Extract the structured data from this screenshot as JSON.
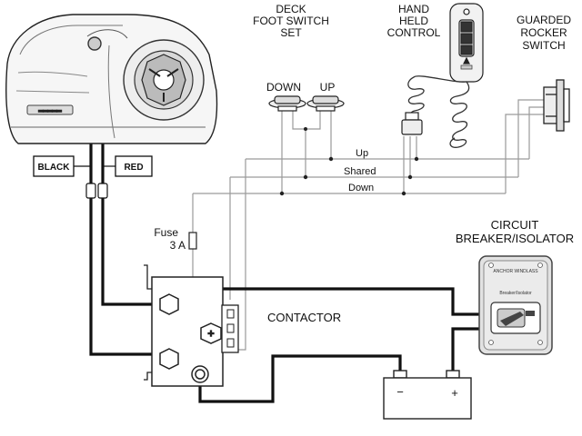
{
  "labels": {
    "deck_switch": [
      "DECK",
      "FOOT SWITCH",
      "SET"
    ],
    "hand_control": [
      "HAND",
      "HELD",
      "CONTROL"
    ],
    "rocker": [
      "GUARDED",
      "ROCKER",
      "SWITCH"
    ],
    "down": "DOWN",
    "up": "UP",
    "wire_up": "Up",
    "wire_shared": "Shared",
    "wire_down": "Down",
    "fuse": [
      "Fuse",
      "3 A"
    ],
    "breaker": [
      "CIRCUIT",
      "BREAKER/ISOLATOR"
    ],
    "contactor": "CONTACTOR",
    "black": "BLACK",
    "red": "RED",
    "plus": "+",
    "minus": "−",
    "brand_plate": "ANCHOR WINDLASS",
    "breaker_plate": "Breaker/Isolator"
  },
  "colors": {
    "wire_heavy": "#111111",
    "wire_light": "#9a9a9a",
    "outline": "#222222"
  },
  "icons": [
    "windlass-motor-icon",
    "battery-icon",
    "circuit-breaker-icon",
    "rocker-switch-icon",
    "hand-remote-icon",
    "foot-switch-icon",
    "contactor-icon",
    "fuse-icon"
  ]
}
